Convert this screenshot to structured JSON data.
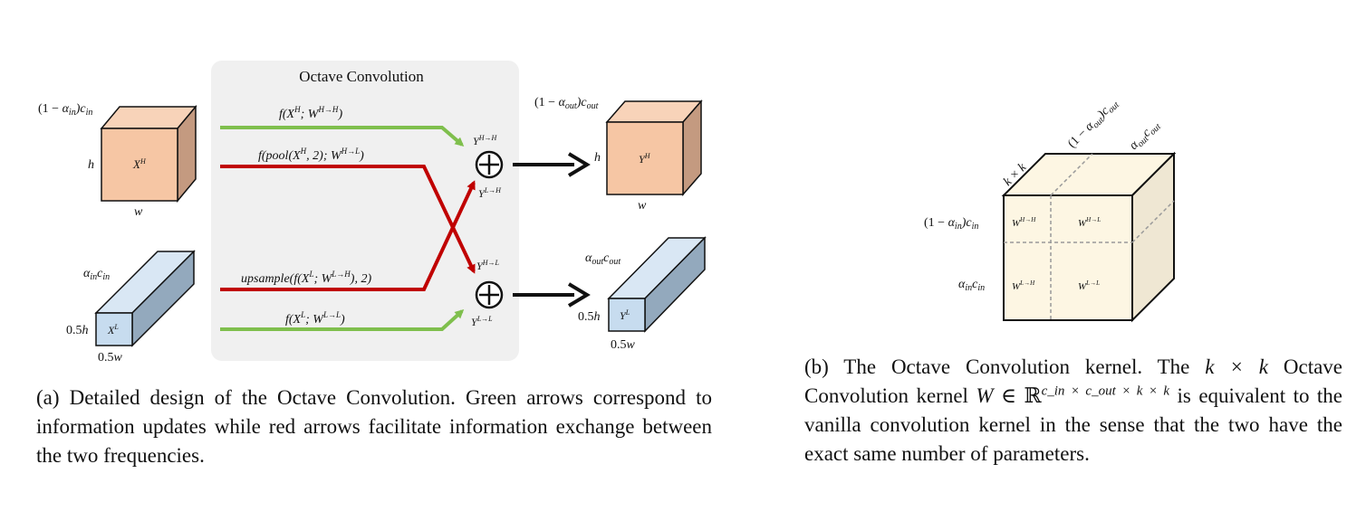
{
  "panel_a": {
    "box_title": "Octave Convolution",
    "input_high": {
      "channel_label": "(1 − α_in)c_in",
      "height_label": "h",
      "width_label": "w",
      "tensor_label": "X^H"
    },
    "input_low": {
      "channel_label": "α_in c_in",
      "height_label": "0.5h",
      "width_label": "0.5w",
      "tensor_label": "X^L"
    },
    "paths": {
      "high_to_high": "f(X^H; W^{H→H})",
      "high_to_low": "f(pool(X^H, 2); W^{H→L})",
      "low_to_high": "upsample(f(X^L; W^{L→H}), 2)",
      "low_to_low": "f(X^L; W^{L→L})"
    },
    "sum_top": {
      "symbol": "⊕",
      "in_top": "Y^{H→H}",
      "in_bottom": "Y^{L→H}"
    },
    "sum_bottom": {
      "symbol": "⊕",
      "in_top": "Y^{H→L}",
      "in_bottom": "Y^{L→L}"
    },
    "output_high": {
      "channel_label": "(1 − α_out)c_out",
      "height_label": "h",
      "width_label": "w",
      "tensor_label": "Y^H"
    },
    "output_low": {
      "channel_label": "α_out c_out",
      "height_label": "0.5h",
      "width_label": "0.5w",
      "tensor_label": "Y^L"
    },
    "colors": {
      "high_freq": "#f6c6a4",
      "low_freq": "#c7dcef",
      "green_arrow": "#7fbf4d",
      "red_arrow": "#c00000",
      "box_bg": "#f0f0f0"
    },
    "caption": "(a) Detailed design of the Octave Convolution. Green arrows correspond to information updates while red arrows facilitate information exchange between the two frequencies."
  },
  "panel_b": {
    "kernel_size_label": "k × k",
    "top_label_left": "(1 − α_out)c_out",
    "top_label_right": "α_out c_out",
    "side_label_top": "(1 − α_in)c_in",
    "side_label_bottom": "α_in c_in",
    "cells": [
      "W^{H→H}",
      "W^{H→L}",
      "W^{L→H}",
      "W^{L→L}"
    ],
    "colors": {
      "kernel_face": "#fdf6e3",
      "kernel_side": "#efe7d3"
    },
    "caption": {
      "part1": "(b) The Octave Convolution kernel. The",
      "kk": "k × k",
      "part2": "Octave Convolution kernel",
      "W": "W",
      "in": "∈ ℝ",
      "sup": "c_in × c_out × k × k",
      "part3": "is equivalent to the vanilla convolution kernel in the sense that the two have the exact same number of parameters."
    }
  }
}
